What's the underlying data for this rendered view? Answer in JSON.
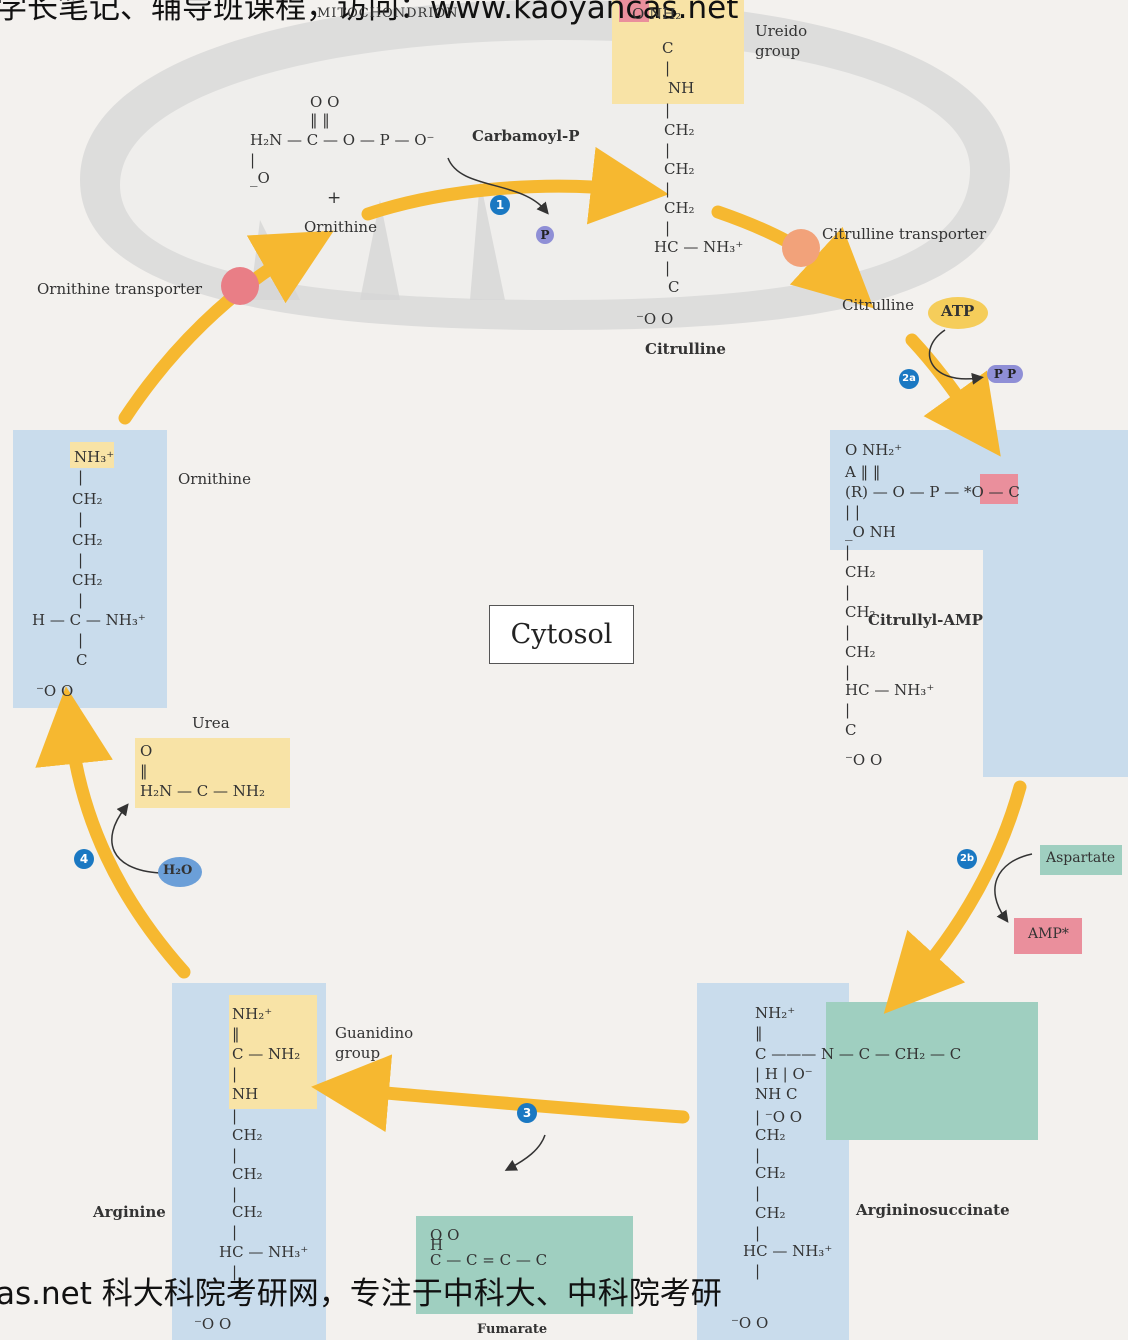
{
  "header": {
    "watermark_top": "学长笔记、辅导班课程，访问：www.kaoyancas.net",
    "mitochondrion_label": "MITOCHONDRION"
  },
  "center": {
    "cytosol_label": "Cytosol"
  },
  "watermark_bottom": "as.net 科大科院考研网，专注于中科大、中科院考研",
  "labels": {
    "carbamoyl_p": "Carbamoyl-P",
    "ornithine_mito": "Ornithine",
    "citrulline_mito": "Citrulline",
    "ureido_group": [
      "Ureido",
      "group"
    ],
    "citrulline_transporter": "Citrulline transporter",
    "ornithine_transporter": "Ornithine transporter",
    "citrulline_cytosol": "Citrulline",
    "atp": "ATP",
    "ppi": "P P",
    "citrullyl_amp": "Citrullyl-AMP",
    "ornithine_cytosol": "Ornithine",
    "aspartate": "Aspartate",
    "amp": "AMP*",
    "argininosuccinate": "Argininosuccinate",
    "fumarate": "Fumarate",
    "arginine": "Arginine",
    "guanidino_group": [
      "Guanidino",
      "group"
    ],
    "urea": "Urea",
    "h2o": "H₂O",
    "plus": "+",
    "phosphate": "P"
  },
  "steps": {
    "s1": "1",
    "s2a": "2a",
    "s2b": "2b",
    "s3": "3",
    "s4": "4"
  },
  "molecules": {
    "carbamoyl_p": [
      {
        "t": "O          O"
      },
      {
        "t": "‖          ‖"
      },
      {
        "t": "H₂N — C — O — P — O⁻"
      },
      {
        "t": "                 |"
      },
      {
        "t": "                _O"
      }
    ],
    "citrulline_top": [
      {
        "t": "O    NH₂"
      },
      {
        "t": "  C"
      },
      {
        "t": "  |"
      },
      {
        "t": " NH"
      },
      {
        "t": "  |"
      },
      {
        "t": " CH₂"
      },
      {
        "t": "  |"
      },
      {
        "t": " CH₂"
      },
      {
        "t": "  |"
      },
      {
        "t": " CH₂"
      },
      {
        "t": "  |"
      },
      {
        "t": "HC — NH₃⁺"
      },
      {
        "t": "  |"
      },
      {
        "t": "  C"
      },
      {
        "t": "⁻O     O"
      }
    ],
    "ornithine": [
      {
        "t": "NH₃⁺"
      },
      {
        "t": "  |"
      },
      {
        "t": " CH₂"
      },
      {
        "t": "  |"
      },
      {
        "t": " CH₂"
      },
      {
        "t": "  |"
      },
      {
        "t": " CH₂"
      },
      {
        "t": "  |"
      },
      {
        "t": "H — C — NH₃⁺"
      },
      {
        "t": "  |"
      },
      {
        "t": "  C"
      },
      {
        "t": "⁻O      O"
      }
    ],
    "citrullyl_amp": [
      {
        "t": "         O              NH₂⁺"
      },
      {
        "t": "A        ‖               ‖"
      },
      {
        "t": "(R) — O — P — *O — C"
      },
      {
        "t": "          |               |"
      },
      {
        "t": "         _O              NH"
      },
      {
        "t": "                          |"
      },
      {
        "t": "                        CH₂"
      },
      {
        "t": "                          |"
      },
      {
        "t": "                        CH₂"
      },
      {
        "t": "                          |"
      },
      {
        "t": "                        CH₂"
      },
      {
        "t": "                          |"
      },
      {
        "t": "                    HC — NH₃⁺"
      },
      {
        "t": "                          |"
      },
      {
        "t": "                          C"
      },
      {
        "t": "                    ⁻O      O"
      }
    ],
    "urea": [
      {
        "t": "       O"
      },
      {
        "t": "       ‖"
      },
      {
        "t": "H₂N — C — NH₂"
      }
    ],
    "argininosuccinate": [
      {
        "t": "NH₂⁺"
      },
      {
        "t": " ‖"
      },
      {
        "t": " C ——— N — C — CH₂ — C"
      },
      {
        "t": " |       H     |              O⁻"
      },
      {
        "t": "NH            C"
      },
      {
        "t": " |        ⁻O     O"
      },
      {
        "t": "CH₂"
      },
      {
        "t": " |"
      },
      {
        "t": "CH₂"
      },
      {
        "t": " |"
      },
      {
        "t": "CH₂"
      },
      {
        "t": " |"
      },
      {
        "t": "HC — NH₃⁺"
      },
      {
        "t": " |"
      },
      {
        "t": "⁻O      O"
      }
    ],
    "arginine": [
      {
        "t": "NH₂⁺"
      },
      {
        "t": " ‖"
      },
      {
        "t": " C — NH₂"
      },
      {
        "t": " |"
      },
      {
        "t": "NH"
      },
      {
        "t": " |"
      },
      {
        "t": "CH₂"
      },
      {
        "t": " |"
      },
      {
        "t": "CH₂"
      },
      {
        "t": " |"
      },
      {
        "t": "CH₂"
      },
      {
        "t": " |"
      },
      {
        "t": "HC — NH₃⁺"
      },
      {
        "t": " |"
      },
      {
        "t": "⁻O      O"
      }
    ],
    "fumarate": [
      {
        "t": "O                   O"
      },
      {
        "t": "   C — C = C — C"
      },
      {
        "t": "         H"
      }
    ]
  },
  "colors": {
    "arrow": "#f6b830",
    "blue_box": "#c9dcec",
    "yellow_box": "#f8e3a6",
    "teal_box": "#9fcfc0",
    "pink_box": "#ea8f9c",
    "step_circle": "#1a78c2",
    "mito_gray": "#c9c9c9"
  }
}
